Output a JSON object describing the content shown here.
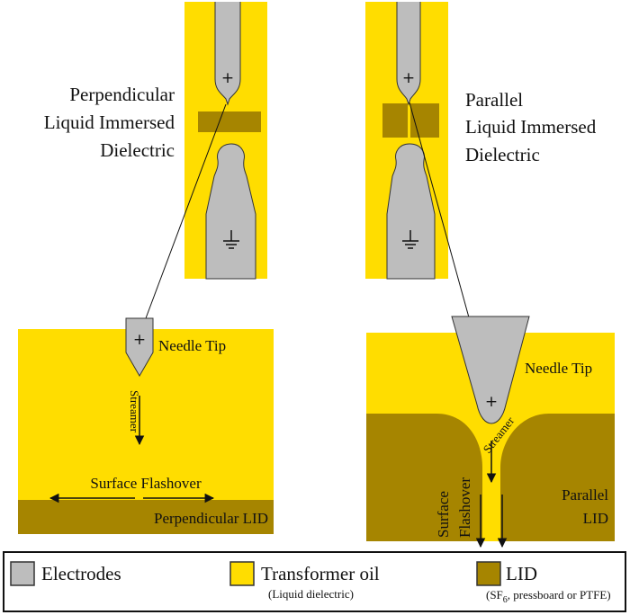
{
  "colors": {
    "electrode": "#bdbdbd",
    "oil": "#ffdd00",
    "lid": "#a68500",
    "outline": "#111111"
  },
  "top_left": {
    "title_line1": "Perpendicular",
    "title_line2": "Liquid Immersed",
    "title_line3": "Dielectric",
    "anode_symbol": "+",
    "ground_symbol": "ground-icon"
  },
  "top_right": {
    "title_line1": "Parallel",
    "title_line2": "Liquid Immersed",
    "title_line3": "Dielectric",
    "anode_symbol": "+",
    "ground_symbol": "ground-icon"
  },
  "detail_left": {
    "needle_label": "Needle Tip",
    "anode_symbol": "+",
    "streamer_label": "Streamer",
    "flashover_label": "Surface Flashover",
    "lid_label": "Perpendicular LID"
  },
  "detail_right": {
    "needle_label": "Needle Tip",
    "anode_symbol": "+",
    "streamer_label": "Streamer",
    "flashover_line1": "Surface",
    "flashover_line2": "Flashover",
    "lid_line1": "Parallel",
    "lid_line2": "LID"
  },
  "legend": {
    "electrodes": "Electrodes",
    "oil": "Transformer oil",
    "oil_note": "(Liquid dielectric)",
    "lid": "LID",
    "lid_note_prefix": "(SF",
    "lid_note_sub": "6",
    "lid_note_suffix": ", pressboard or PTFE)"
  }
}
